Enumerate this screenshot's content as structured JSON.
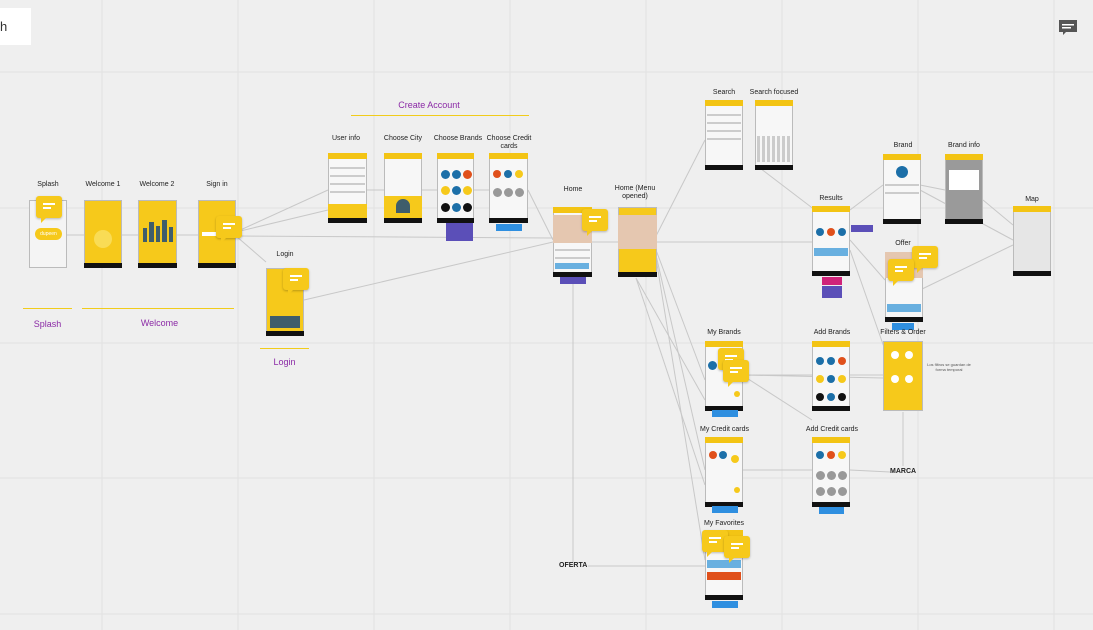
{
  "search": {
    "value": "h"
  },
  "groups": {
    "splash": "Splash",
    "welcome": "Welcome",
    "login": "Login",
    "create_account": "Create Account"
  },
  "screens": {
    "splash": "Splash",
    "welcome1": "Welcome 1",
    "welcome2": "Welcome 2",
    "signin": "Sign in",
    "login": "Login",
    "user_info": "User info",
    "choose_city": "Choose City",
    "choose_brands": "Choose Brands",
    "choose_cards": "Choose Credit cards",
    "home": "Home",
    "home_menu": "Home (Menu opened)",
    "search": "Search",
    "search_focused": "Search focused",
    "results": "Results",
    "brand": "Brand",
    "brand_info": "Brand info",
    "map": "Map",
    "offer": "Offer",
    "my_brands": "My Brands",
    "add_brands": "Add Brands",
    "filters_order": "Filters & Order",
    "my_cards": "My Credit cards",
    "add_cards": "Add Credit cards",
    "my_favorites": "My Favorites"
  },
  "splash_logo": "dupeen",
  "free_labels": {
    "marca": "MARCA",
    "oferta": "OFERTA"
  },
  "note_text": "Los filtros se guardan de forma temporal",
  "colors": {
    "accent": "#f6c91b",
    "group_label": "#8b2aa6",
    "connector": "#c8c8c8",
    "tag_blue": "#2f8fe0",
    "tag_purple": "#5b4fb8",
    "tag_pink": "#d0237a"
  },
  "icons": {
    "comment_bubble": "comment-bubble-icon",
    "comments_panel": "comments-panel-icon"
  }
}
